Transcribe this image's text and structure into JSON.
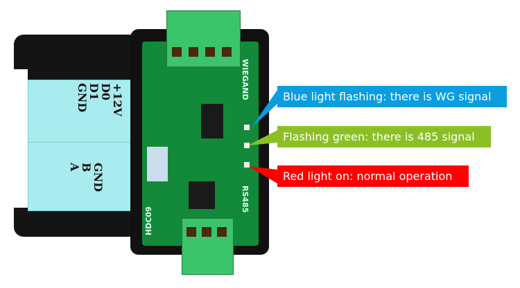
{
  "sticker": {
    "left_labels": [
      "+12V",
      "D0",
      "D1",
      "GND"
    ],
    "right_labels": [
      "GND",
      "B",
      "A"
    ]
  },
  "board": {
    "wiegand": "WIEGAND",
    "rs485": "RS485",
    "model": "HDC09"
  },
  "callouts": [
    {
      "text": "Blue light flashing: there is WG signal",
      "color": "#0a9de0"
    },
    {
      "text": "Flashing green: there is 485 signal",
      "color": "#8cbf26"
    },
    {
      "text": "Red light on: normal operation",
      "color": "#ff0000"
    }
  ]
}
